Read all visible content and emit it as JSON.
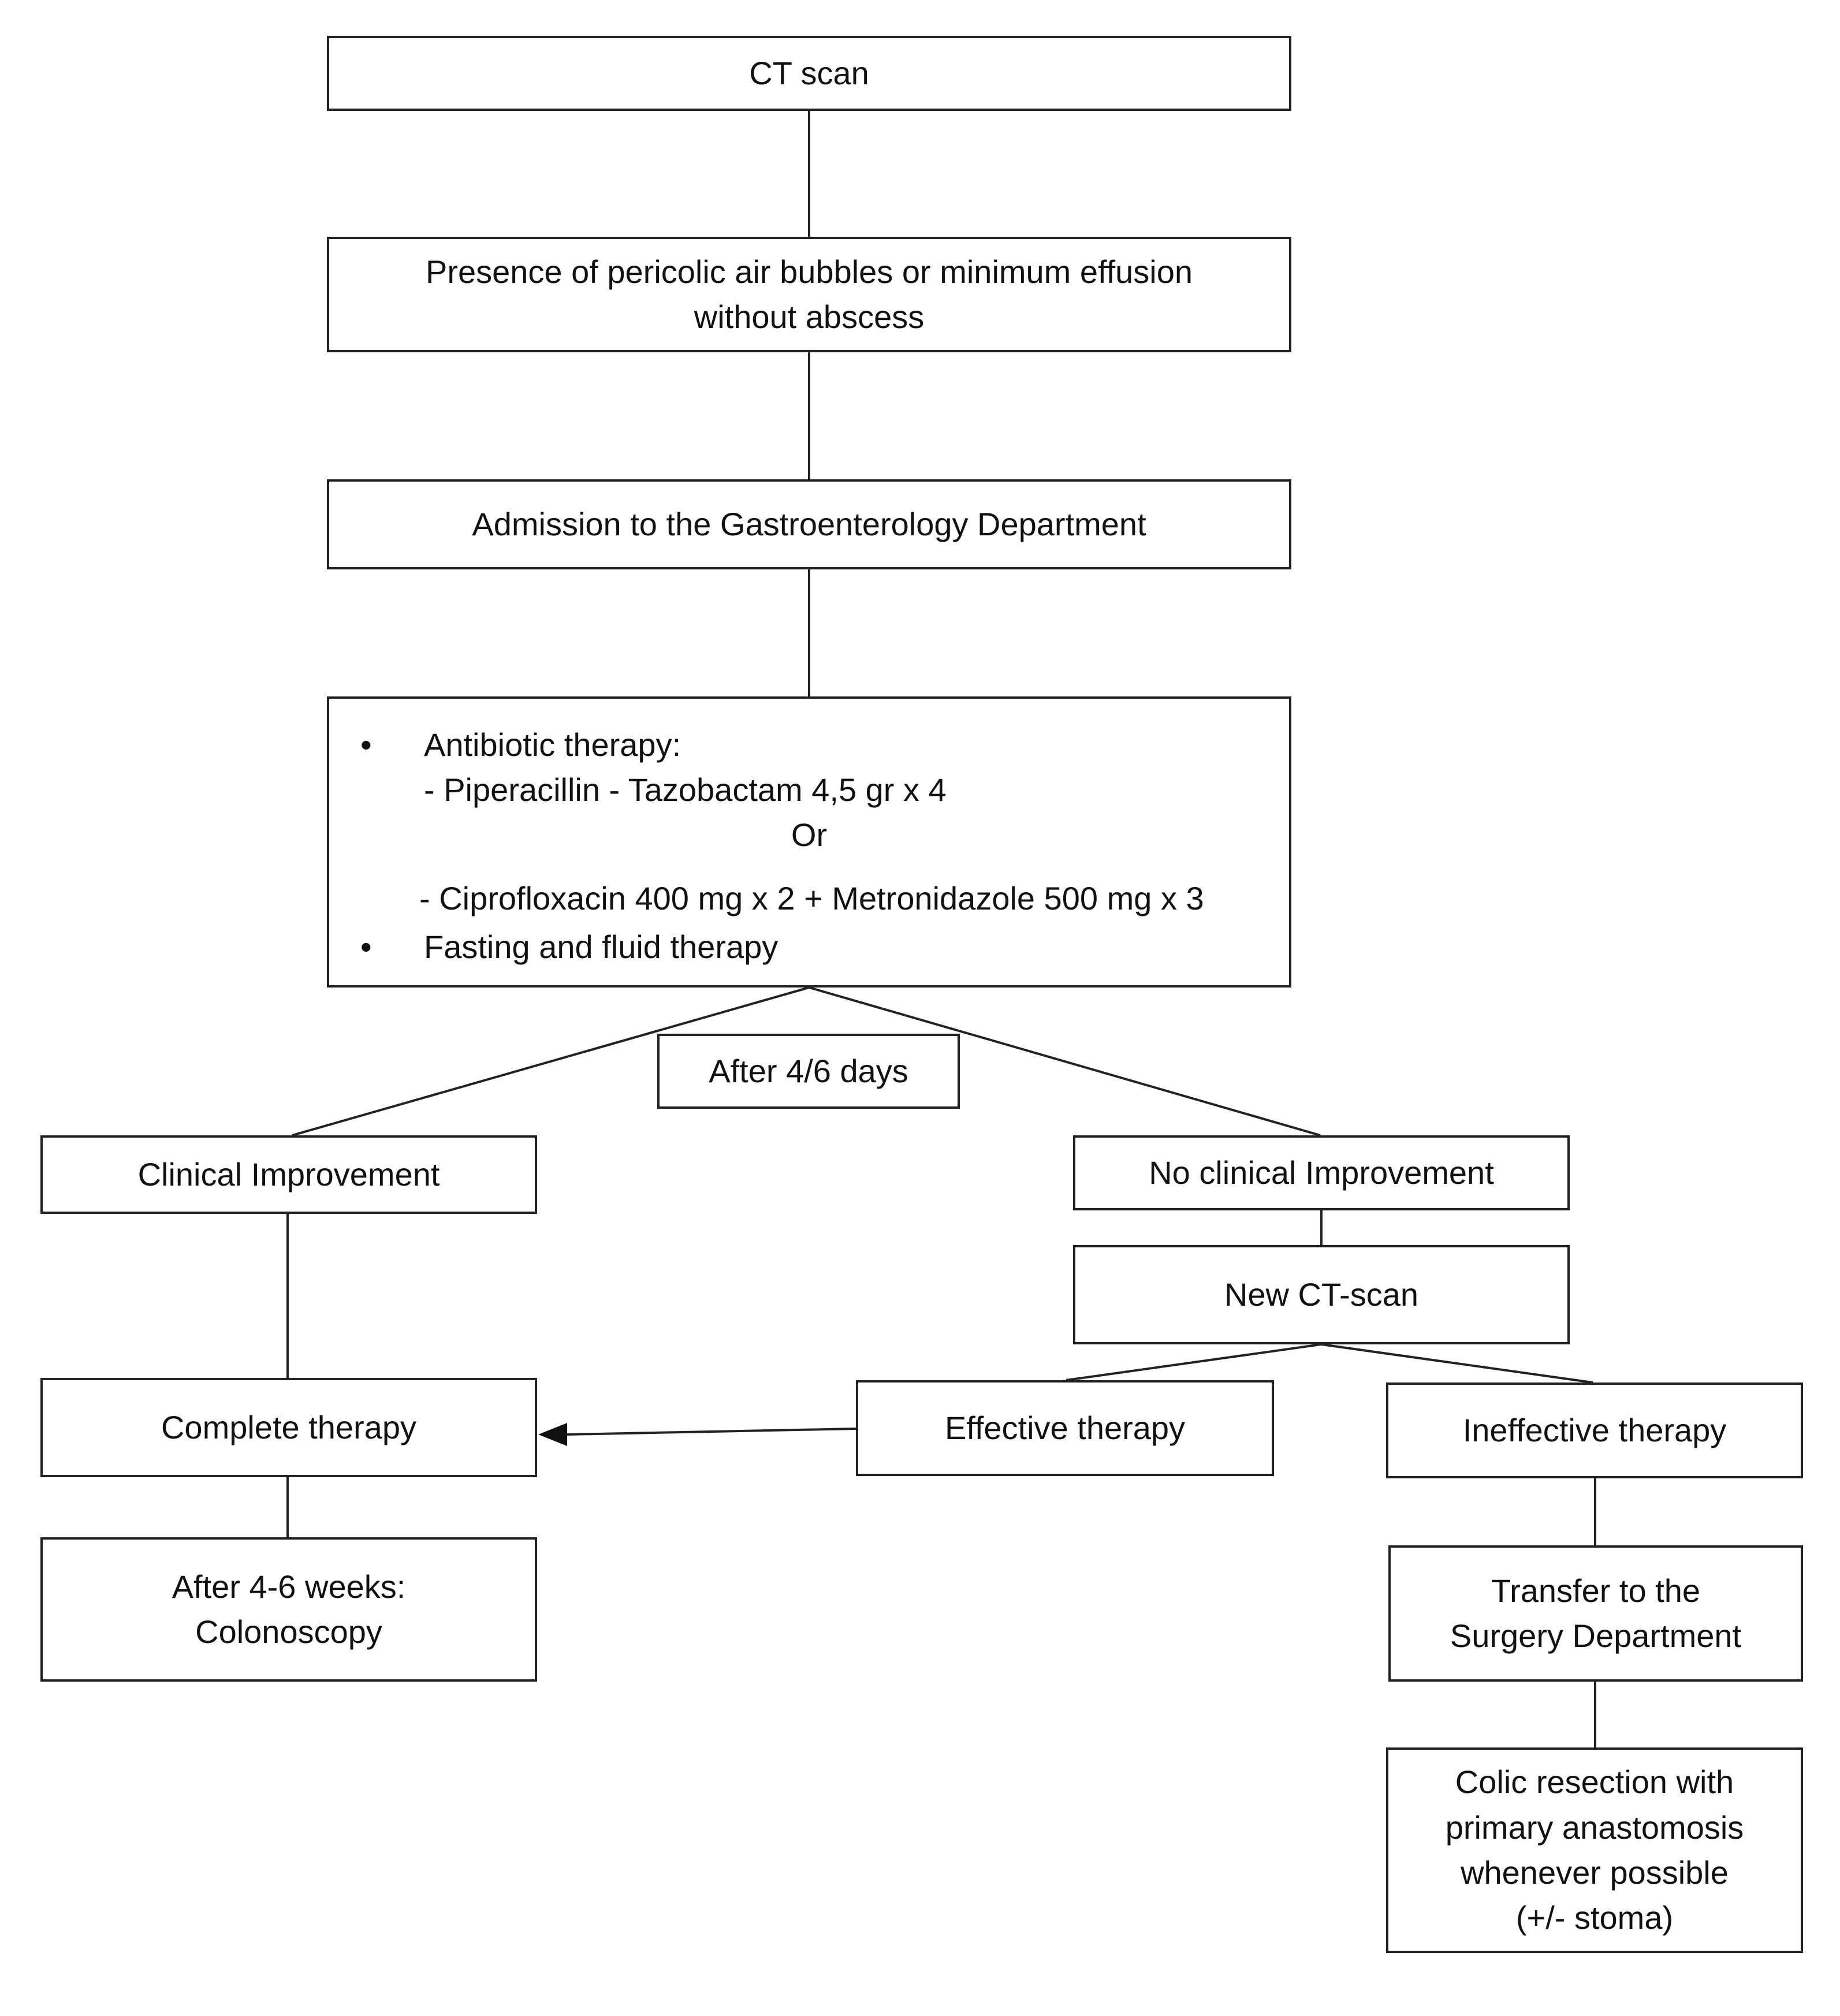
{
  "nodes": {
    "ct_scan": "CT scan",
    "presence": [
      "Presence of pericolic air bubbles or minimum effusion",
      "without abscess"
    ],
    "admission": "Admission to the Gastroenterology Department",
    "therapy": {
      "bullet": "•",
      "antibiotic_heading": "Antibiotic therapy:",
      "option_1": "- Piperacillin - Tazobactam 4,5 gr x 4",
      "or": "Or",
      "option_2": "- Ciprofloxacin 400 mg x 2 +  Metronidazole 500 mg x 3",
      "fasting": "Fasting and fluid therapy"
    },
    "after_days": "After 4/6 days",
    "clinical_improvement": "Clinical Improvement",
    "no_clinical_improvement": "No clinical Improvement",
    "new_ct_scan": "New CT-scan",
    "complete_therapy": "Complete therapy",
    "effective_therapy": "Effective therapy",
    "ineffective_therapy": "Ineffective therapy",
    "after_weeks": [
      "After 4-6 weeks:",
      "Colonoscopy"
    ],
    "transfer": [
      "Transfer to the",
      "Surgery Department"
    ],
    "colic_resection": [
      "Colic resection with",
      "primary anastomosis",
      "whenever possible",
      "(+/- stoma)"
    ]
  }
}
